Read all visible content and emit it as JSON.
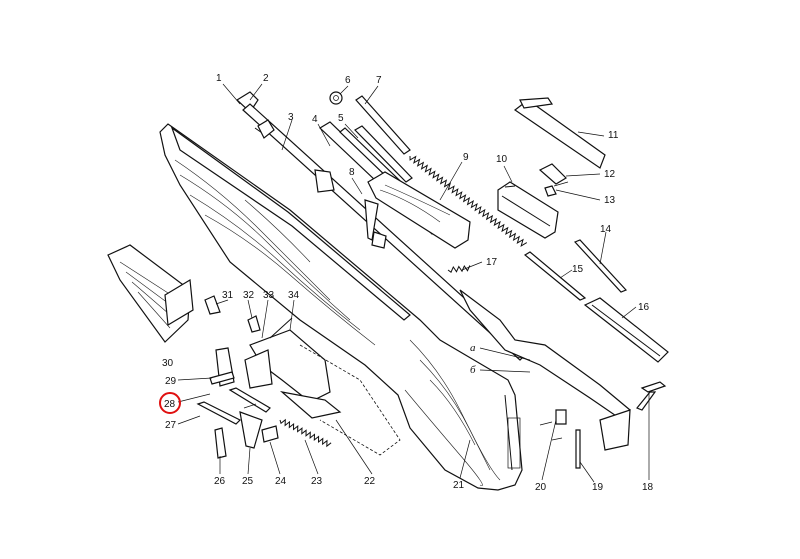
{
  "diagram": {
    "callouts": [
      "1",
      "2",
      "3",
      "4",
      "5",
      "6",
      "7",
      "8",
      "9",
      "10",
      "11",
      "12",
      "13",
      "14",
      "15",
      "16",
      "17",
      "18",
      "19",
      "20",
      "21",
      "22",
      "23",
      "24",
      "25",
      "26",
      "27",
      "28",
      "29",
      "30",
      "31",
      "32",
      "33",
      "34"
    ],
    "letter_a": "а",
    "letter_b": "б",
    "highlighted_callout": "28",
    "highlight_color": "#e01010"
  }
}
